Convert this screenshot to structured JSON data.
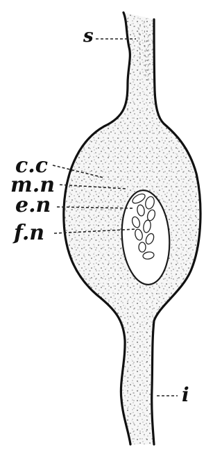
{
  "figure": {
    "labels": {
      "s": "s",
      "cc": "c.c",
      "mn": "m.n",
      "en": "e.n",
      "fn": "f.n",
      "i": "i"
    }
  }
}
